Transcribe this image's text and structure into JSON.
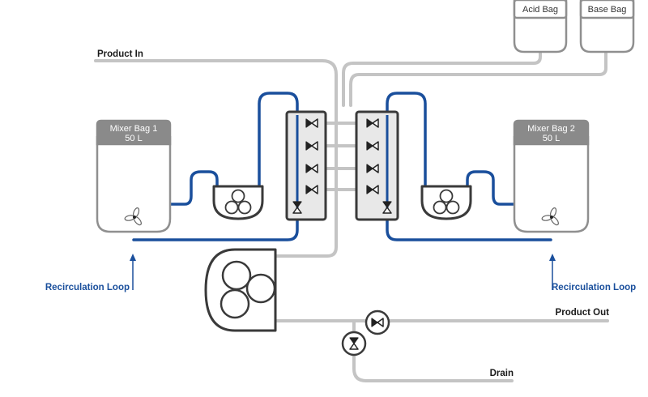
{
  "colors": {
    "blue_line": "#1a4f9c",
    "gray_line": "#c4c4c4",
    "dark_outline": "#3a3a3a",
    "bag_outline": "#8f8f8f",
    "bag_header": "#8a8a8a",
    "manifold_fill": "#e8e8e8",
    "label_dark": "#1a1a1a",
    "label_blue": "#1a4f9c"
  },
  "labels": {
    "product_in": "Product In",
    "product_out": "Product Out",
    "drain": "Drain",
    "recirculation_left": "Recirculation Loop",
    "recirculation_right": "Recirculation Loop"
  },
  "bags": {
    "acid": "Acid Bag",
    "base": "Base Bag",
    "mixer1_name": "Mixer Bag 1",
    "mixer1_volume": "50 L",
    "mixer2_name": "Mixer Bag 2",
    "mixer2_volume": "50 L"
  },
  "icons": {
    "mixer": "fan-impeller-icon",
    "valve": "bowtie-valve-icon",
    "pump": "peristaltic-pump-icon",
    "arrow": "arrow-up-icon"
  }
}
